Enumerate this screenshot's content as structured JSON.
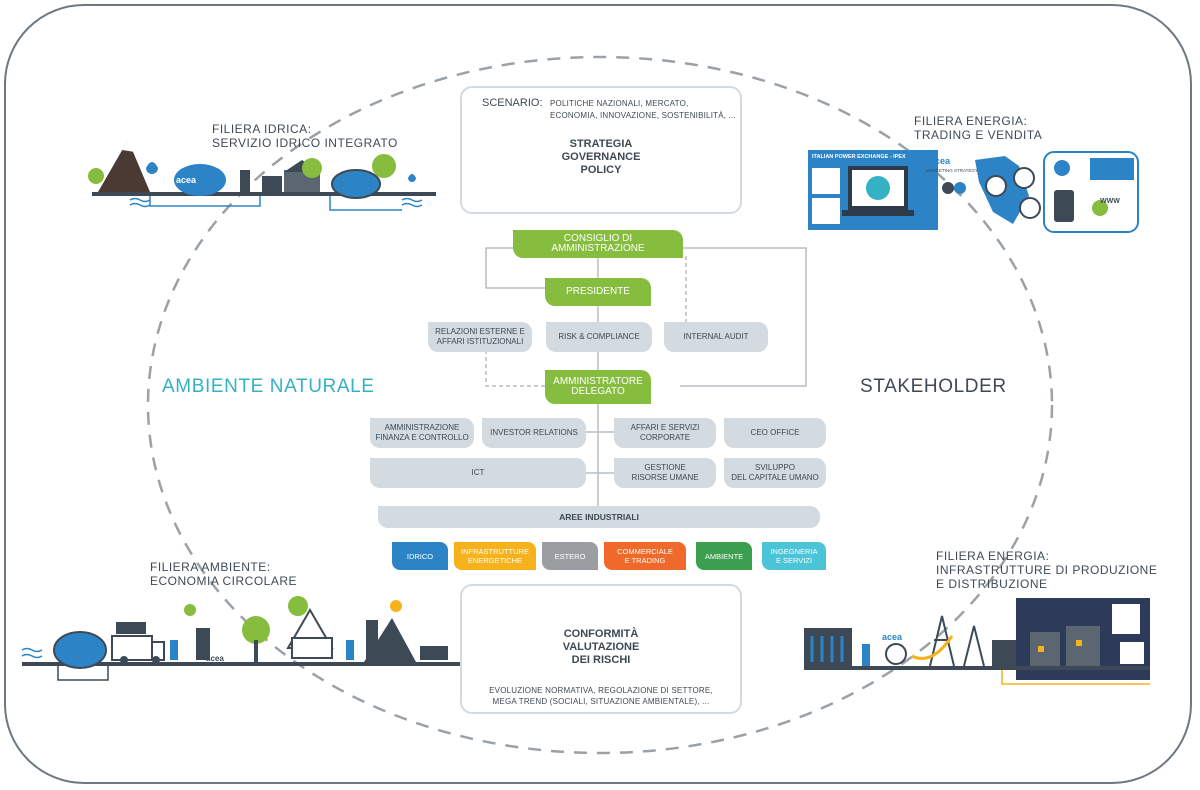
{
  "labels": {
    "ambiente_naturale": "AMBIENTE NATURALE",
    "stakeholder": "STAKEHOLDER"
  },
  "corners": {
    "top_left": {
      "title": "FILIERA IDRICA:",
      "sub": "SERVIZIO IDRICO INTEGRATO"
    },
    "top_right": {
      "title": "FILIERA ENERGIA:",
      "sub": "TRADING E VENDITA"
    },
    "bottom_left": {
      "title": "FILIERA AMBIENTE:",
      "sub": "ECONOMIA CIRCOLARE"
    },
    "bottom_right": {
      "title": "FILIERA ENERGIA:",
      "sub": "INFRASTRUTTURE DI PRODUZIONE",
      "sub2": "E DISTRIBUZIONE"
    }
  },
  "scenario": {
    "heading": "SCENARIO:",
    "line1": "POLITICHE NAZIONALI, MERCATO,",
    "line2": "ECONOMIA, INNOVAZIONE, SOSTENIBILITÀ, ...",
    "triangle_l1": "STRATEGIA",
    "triangle_l2": "GOVERNANCE",
    "triangle_l3": "POLICY"
  },
  "conformity": {
    "triangle_l1": "CONFORMITÀ",
    "triangle_l2": "VALUTAZIONE",
    "triangle_l3": "DEI RISCHI",
    "line1": "EVOLUZIONE NORMATIVA, REGOLAZIONE DI SETTORE,",
    "line2": "MEGA TREND (SOCIALI, SITUAZIONE AMBIENTALE), ..."
  },
  "org": {
    "cda": "CONSIGLIO DI AMMINISTRAZIONE",
    "presidente": "PRESIDENTE",
    "relazioni_l1": "RELAZIONI ESTERNE E",
    "relazioni_l2": "AFFARI ISTITUZIONALI",
    "risk": "RISK & COMPLIANCE",
    "audit": "INTERNAL AUDIT",
    "ad_l1": "AMMINISTRATORE",
    "ad_l2": "DELEGATO",
    "afc_l1": "AMMINISTRAZIONE",
    "afc_l2": "FINANZA E CONTROLLO",
    "investor": "INVESTOR RELATIONS",
    "affari_l1": "AFFARI E SERVIZI",
    "affari_l2": "CORPORATE",
    "ceo": "CEO OFFICE",
    "ict": "ICT",
    "gru_l1": "GESTIONE",
    "gru_l2": "RISORSE UMANE",
    "svil_l1": "SVILUPPO",
    "svil_l2": "DEL CAPITALE UMANO",
    "aree": "AREE INDUSTRIALI"
  },
  "areas": [
    {
      "l1": "IDRICO",
      "l2": "",
      "color": "#2c84c6"
    },
    {
      "l1": "INFRASTRUTTURE",
      "l2": "ENERGETICHE",
      "color": "#f6b21b"
    },
    {
      "l1": "ESTERO",
      "l2": "",
      "color": "#9a9ea2"
    },
    {
      "l1": "COMMERCIALE",
      "l2": "E TRADING",
      "color": "#ef6a2a"
    },
    {
      "l1": "AMBIENTE",
      "l2": "",
      "color": "#3c9e4f"
    },
    {
      "l1": "INGEGNERIA",
      "l2": "E SERVIZI",
      "color": "#4cc4d8"
    }
  ],
  "illustrations": {
    "brand": "acea",
    "ipex": "ITALIAN POWER EXCHANGE - IPEX",
    "marketing": "MARKETING STRATEGY",
    "www": "WWW"
  },
  "colors": {
    "teal": "#35b1c4",
    "green": "#86bd3f",
    "grey_box": "#d3dae0",
    "water": "#2c84c6",
    "night": "#2d3a5a"
  }
}
